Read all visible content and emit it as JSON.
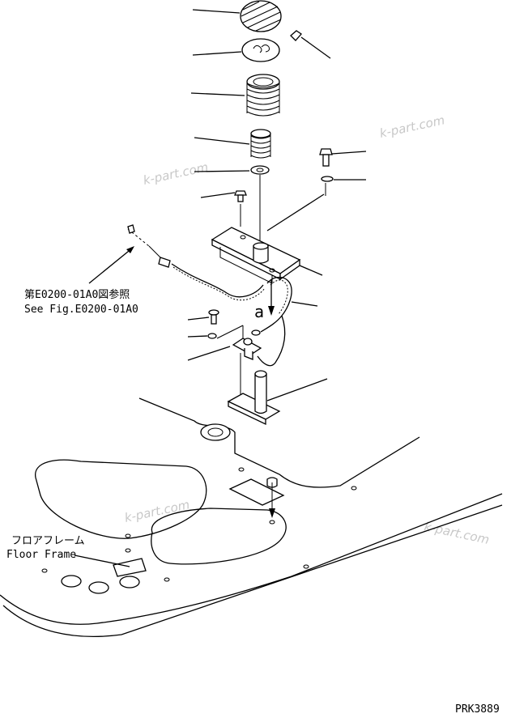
{
  "reference_note": {
    "jp": "第E0200-01A0図参照",
    "en": "See Fig.E0200-01A0"
  },
  "floor_frame": {
    "jp": "フロアフレーム",
    "en": "Floor Frame"
  },
  "marker": "a",
  "drawing_code": "PRK3889",
  "watermarks": [
    "k-part.com",
    "k-part.com",
    "k-part.com",
    "k-part.com"
  ]
}
